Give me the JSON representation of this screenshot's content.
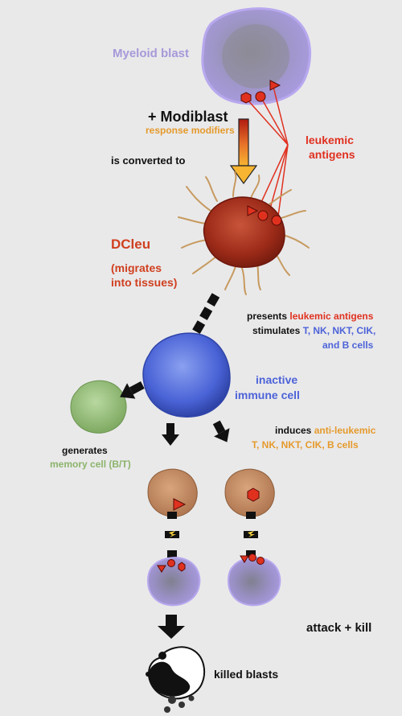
{
  "labels": {
    "myeloid_blast": "Myeloid blast",
    "plus_modiblast": "+  Modiblast",
    "response_modifiers": "response modifiers",
    "is_converted_to": "is converted to",
    "leukemic_line1": "leukemic",
    "leukemic_line2": "antigens",
    "dcleu": "DCleu",
    "migrates_line1": "(migrates",
    "migrates_line2": "into tissues)",
    "presents_prefix": "presents ",
    "presents_highlight": "leukemic antigens",
    "stimulates_prefix": "stimulates ",
    "stimulates_highlight": "T, NK, NKT, CIK,",
    "b_cells": "and B cells",
    "inactive_line1": "inactive",
    "inactive_line2": "immune cell",
    "induces_prefix": "induces ",
    "induces_highlight": "anti-leukemic",
    "induces_line2": "T, NK, NKT, CIK, B cells",
    "generates": "generates",
    "memory_cell": "memory cell (B/T)",
    "attack_kill": "attack + kill",
    "killed_blasts": "killed blasts"
  },
  "colors": {
    "background": "#e9e9ea",
    "blast_purple": "#a799d9",
    "antigen_red": "#e0311f",
    "modifier_orange": "#e59a2c",
    "dcleu_red": "#d0401f",
    "immune_blue": "#4d63d8",
    "memory_green": "#8bb46b",
    "effector_brown": "#c08a62",
    "text_dark": "#111111"
  }
}
